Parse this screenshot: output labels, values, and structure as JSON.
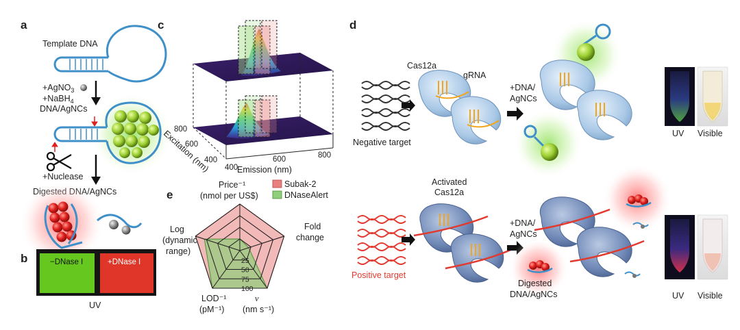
{
  "panels": {
    "a": "a",
    "b": "b",
    "c": "c",
    "d": "d",
    "e": "e"
  },
  "panel_a": {
    "template_dna": "Template DNA",
    "agno3": "+AgNO",
    "agno3_sub": "3",
    "nabh4": "+NaBH",
    "nabh4_sub": "4",
    "dna_agncs": "DNA/AgNCs",
    "nuclease": "+Nuclease",
    "digested": "Digested DNA/AgNCs"
  },
  "panel_b": {
    "minus_dnase": "−DNase I",
    "plus_dnase": "+DNase I",
    "uv": "UV"
  },
  "panel_c": {
    "excitation_label": "Excitation (nm)",
    "emission_label": "Emission (nm)",
    "excitation_ticks": [
      "800",
      "600",
      "400"
    ],
    "emission_ticks": [
      "400",
      "600",
      "800"
    ]
  },
  "panel_e": {
    "axis_price": "Price⁻¹",
    "axis_price_unit": "(nmol per US$)",
    "axis_fold": "Fold",
    "axis_fold2": "change",
    "axis_log": "Log",
    "axis_log2": "(dynamic",
    "axis_log3": "range)",
    "axis_lod": "LOD⁻¹",
    "axis_lod_unit": "(pM⁻¹)",
    "axis_nu": "ν",
    "axis_nu_unit": "(nm s⁻¹)",
    "ring_labels": [
      "25",
      "50",
      "75",
      "100"
    ],
    "legend": [
      {
        "name": "Subak-2",
        "color": "#e88080"
      },
      {
        "name": "DNaseAlert",
        "color": "#8fce7a"
      }
    ]
  },
  "panel_d": {
    "cas12a": "Cas12a",
    "grna": "gRNA",
    "plus_dna": "+DNA/",
    "agncs": "AgNCs",
    "negative_target": "Negative target",
    "positive_target": "Positive target",
    "activated": "Activated",
    "activated2": "Cas12a",
    "plus_dna2": "+DNA/",
    "agncs2": "AgNCs",
    "digested": "Digested",
    "digested2": "DNA/AgNCs",
    "uv": "UV",
    "visible": "Visible",
    "uv2": "UV",
    "visible2": "Visible"
  },
  "colors": {
    "dna_blue": "#3f8fc8",
    "cluster_green": "#9acd32",
    "cluster_red": "#e0201e",
    "cas_blue": "#a9c8e6",
    "negative_dna": "#333333",
    "positive_dna": "#e23a2e",
    "grna_orange": "#f2a51a"
  },
  "chart_data": {
    "type": "radar",
    "axes": [
      "Price⁻¹ (nmol per US$)",
      "Fold change",
      "ν (nm s⁻¹)",
      "LOD⁻¹ (pM⁻¹)",
      "Log (dynamic range)"
    ],
    "ticks": [
      25,
      50,
      75,
      100
    ],
    "range": [
      0,
      100
    ],
    "series": [
      {
        "name": "Subak-2",
        "values": [
          100,
          100,
          100,
          100,
          100
        ]
      },
      {
        "name": "DNaseAlert",
        "values": [
          25,
          20,
          100,
          100,
          80
        ]
      }
    ]
  }
}
